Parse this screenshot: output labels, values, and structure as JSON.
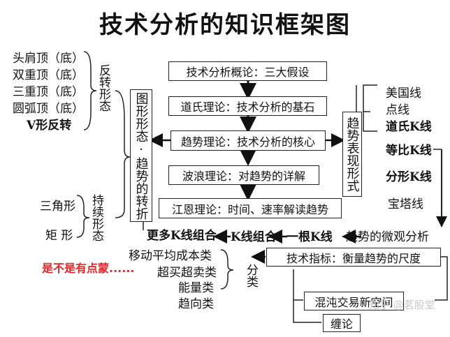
{
  "title": "技术分析的知识框架图",
  "reversal": {
    "items": [
      "头肩顶（底）",
      "双重顶（底）",
      "三重顶（底）",
      "圆弧顶（底）",
      "V形反转"
    ],
    "label": "反转形态"
  },
  "continuation": {
    "items": [
      "三角形",
      "矩 形"
    ],
    "label": "持续形态"
  },
  "pattern_box": "图形形态·趋势的转折",
  "center": {
    "overview": "技术分析概论：三大假设",
    "dow": "道氏理论：技术分析的基石",
    "trend": "趋势理论：技术分析的核心",
    "wave": "波浪理论：对趋势的详解",
    "gann": "江恩理论：时间、速率解读趋势"
  },
  "trend_form": {
    "box": "趋势表现形式",
    "lines": [
      "美国线",
      "点线",
      "道氏K线",
      "等比K线",
      "分形K线",
      "宝塔线"
    ]
  },
  "kline_chain": [
    "更多K线组合",
    "K线组合",
    "一根K线",
    "趋势的微观分析"
  ],
  "indicators": {
    "categories": [
      "移动平均成本类",
      "超买超卖类",
      "能量类",
      "趋向类"
    ],
    "classify": "分类",
    "box": "技术指标：衡量趋势的尺度"
  },
  "chaos": "混沌交易新空间",
  "zen": "缠论",
  "comment": "是不是有点蒙......",
  "watermark": "知乎 @茗股堂"
}
